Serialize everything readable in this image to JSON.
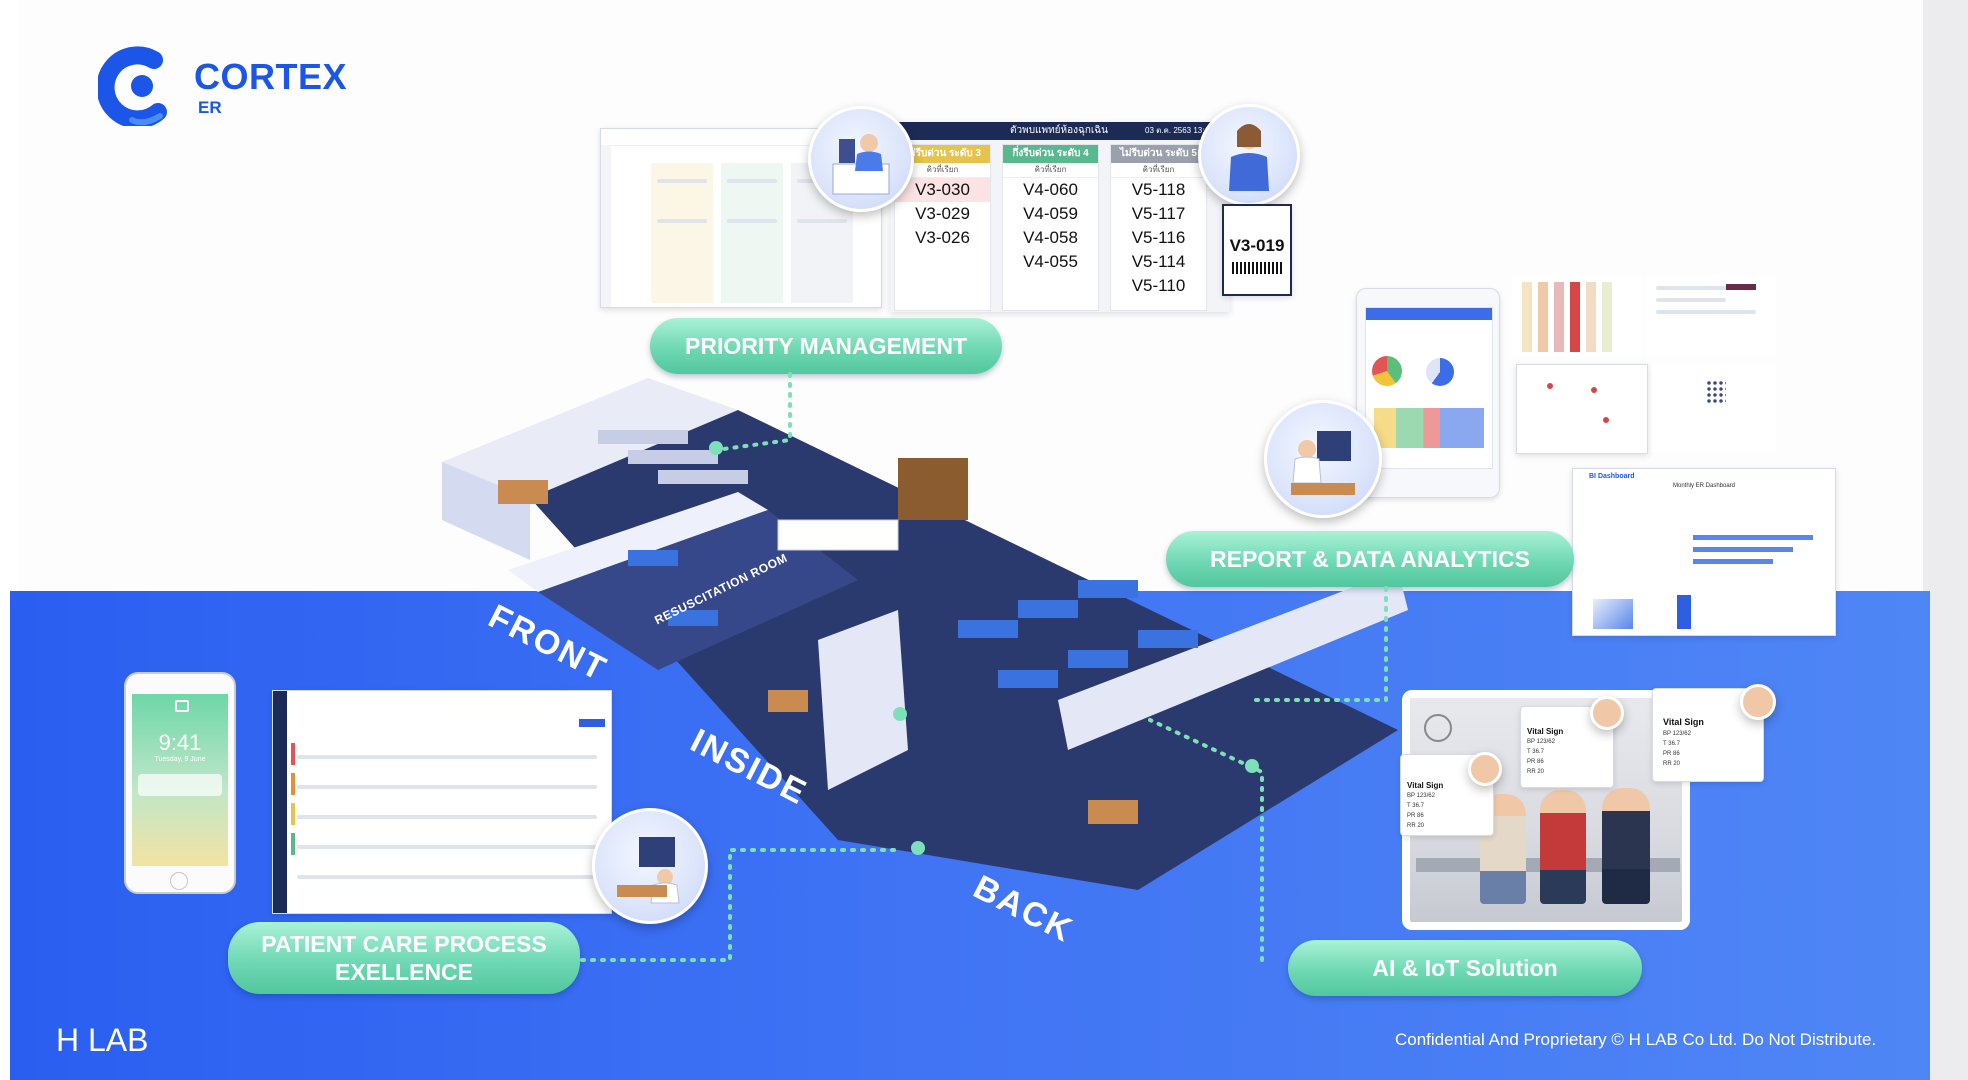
{
  "brand": {
    "name": "CORTEX",
    "sub": "ER",
    "company_mark": "H LAB",
    "primary_color": "#1c56e8",
    "accent_color": "#6fd8b4"
  },
  "features": {
    "priority": "PRIORITY MANAGEMENT",
    "report": "REPORT & DATA ANALYTICS",
    "patient_care_line1": "PATIENT CARE PROCESS",
    "patient_care_line2": "EXELLENCE",
    "ai": "AI & IoT Solution"
  },
  "floor": {
    "front": "FRONT",
    "inside": "INSIDE",
    "back": "BACK",
    "resus_room": "RESUSCITATION ROOM"
  },
  "queue_board": {
    "title": "ตัวพบแพทย์ห้องฉุกเฉิน",
    "date": "03 ต.ค. 2563 13:4",
    "columns": [
      {
        "header": "ไม่รีบด่วน ระดับ 3",
        "sub": "คิวที่เรียก",
        "color": "#e6c34a",
        "items": [
          "V3-030",
          "V3-029",
          "V3-026"
        ]
      },
      {
        "header": "กึ่งรีบด่วน ระดับ 4",
        "sub": "คิวที่เรียก",
        "color": "#58b98f",
        "items": [
          "V4-060",
          "V4-059",
          "V4-058",
          "V4-055"
        ]
      },
      {
        "header": "ไม่รีบด่วน ระดับ 5",
        "sub": "คิวที่เรียก",
        "color": "#9aa1ad",
        "items": [
          "V5-118",
          "V5-117",
          "V5-116",
          "V5-114",
          "V5-110"
        ]
      }
    ],
    "ticket": "V3-019"
  },
  "phone": {
    "time": "9:41",
    "date": "Tuesday, 9 June"
  },
  "vitals": {
    "title": "Vital Sign",
    "rows": [
      {
        "label": "BP",
        "value": "123/62"
      },
      {
        "label": "T",
        "value": "36.7"
      },
      {
        "label": "PR",
        "value": "86"
      },
      {
        "label": "RR",
        "value": "20"
      }
    ]
  },
  "dashboard": {
    "title": "BI Dashboard",
    "subtitle": "Monthly ER Dashboard"
  },
  "footer": "Confidential And Proprietary © H LAB Co Ltd. Do Not Distribute."
}
